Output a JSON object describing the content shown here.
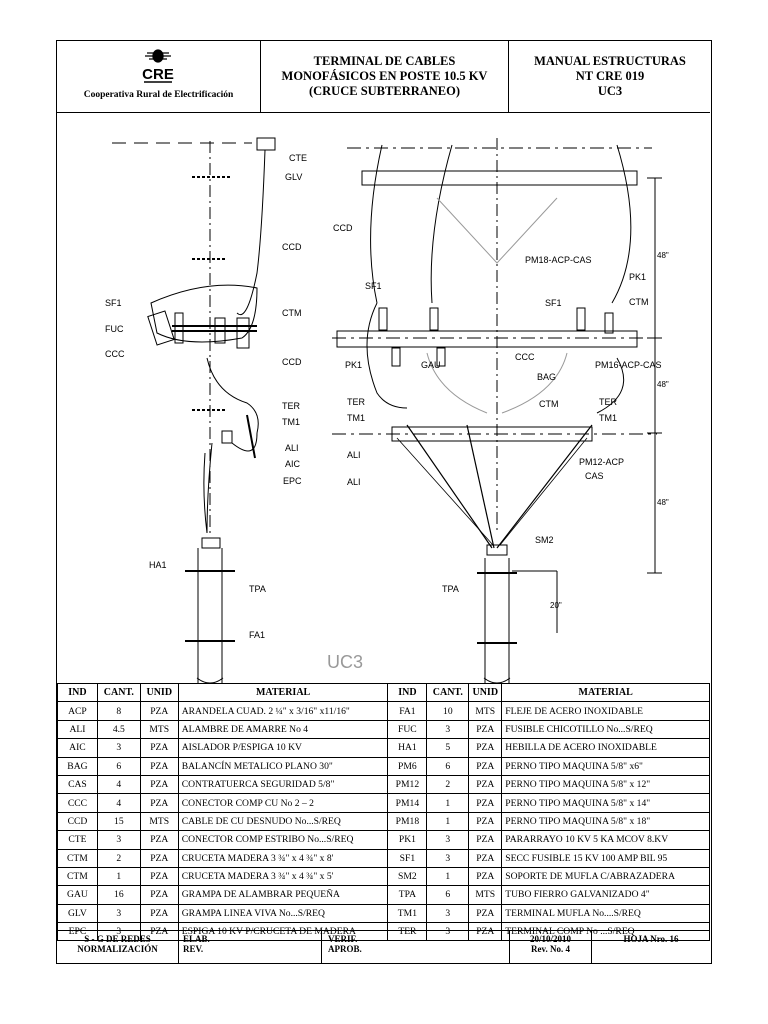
{
  "header": {
    "logo_text": "CRE",
    "org_name": "Cooperativa Rural de Electrificación",
    "title_l1": "TERMINAL DE CABLES",
    "title_l2": "MONOFÁSICOS EN POSTE 10.5 KV",
    "title_l3": "(CRUCE SUBTERRANEO)",
    "manual_l1": "MANUAL ESTRUCTURAS",
    "manual_l2": "NT CRE 019",
    "manual_l3": "UC3"
  },
  "drawing": {
    "labels_left": [
      "CTE",
      "GLV",
      "CCD",
      "SF1",
      "FUC",
      "CTM",
      "CCC",
      "CCD",
      "TER",
      "TM1",
      "ALI",
      "AIC",
      "EPC",
      "HA1",
      "TPA",
      "FA1"
    ],
    "labels_right": [
      "CCD",
      "PM18-ACP-CAS",
      "SF1",
      "PK1",
      "SF1",
      "CTM",
      "PK1",
      "GAU",
      "CCC",
      "PM16-ACP-CAS",
      "BAG",
      "TER",
      "TM1",
      "CTM",
      "TER",
      "TM1",
      "ALI",
      "PM12-ACP",
      "CAS",
      "ALI",
      "SM2",
      "TPA"
    ],
    "dims": [
      "48\"",
      "48\"",
      "48\"",
      "20\""
    ],
    "caption": "UC3"
  },
  "table": {
    "headers": [
      "IND",
      "CANT.",
      "UNID",
      "MATERIAL",
      "IND",
      "CANT.",
      "UNID",
      "MATERIAL"
    ],
    "rows": [
      [
        "ACP",
        "8",
        "PZA",
        "ARANDELA CUAD. 2 ¼\" x 3/16\" x11/16\"",
        "FA1",
        "10",
        "MTS",
        "FLEJE DE ACERO INOXIDABLE"
      ],
      [
        "ALI",
        "4.5",
        "MTS",
        "ALAMBRE DE AMARRE No 4",
        "FUC",
        "3",
        "PZA",
        "FUSIBLE CHICOTILLO No...S/REQ"
      ],
      [
        "AIC",
        "3",
        "PZA",
        "AISLADOR P/ESPIGA 10 KV",
        "HA1",
        "5",
        "PZA",
        "HEBILLA DE ACERO INOXIDABLE"
      ],
      [
        "BAG",
        "6",
        "PZA",
        "BALANCÍN METALICO PLANO 30\"",
        "PM6",
        "6",
        "PZA",
        "PERNO TIPO MAQUINA  5/8\" x6\""
      ],
      [
        "CAS",
        "4",
        "PZA",
        "CONTRATUERCA SEGURIDAD 5/8\"",
        "PM12",
        "2",
        "PZA",
        "PERNO TIPO MAQUINA 5/8\" x 12\""
      ],
      [
        "CCC",
        "4",
        "PZA",
        "CONECTOR COMP CU No 2 – 2",
        "PM14",
        "1",
        "PZA",
        "PERNO TIPO MAQUINA 5/8\" x 14\""
      ],
      [
        "CCD",
        "15",
        "MTS",
        "CABLE DE CU DESNUDO No...S/REQ",
        "PM18",
        "1",
        "PZA",
        "PERNO TIPO MAQUINA 5/8\" x 18\""
      ],
      [
        "CTE",
        "3",
        "PZA",
        "CONECTOR COMP ESTRIBO No...S/REQ",
        "PK1",
        "3",
        "PZA",
        "PARARRAYO 10 KV 5 KA MCOV 8.KV"
      ],
      [
        "CTM",
        "2",
        "PZA",
        "CRUCETA MADERA 3 ¾\" x 4 ¾\" x 8'",
        "SF1",
        "3",
        "PZA",
        "SECC FUSIBLE 15 KV 100 AMP BIL 95"
      ],
      [
        "CTM",
        "1",
        "PZA",
        "CRUCETA MADERA 3 ¾\" x 4 ¾\" x 5'",
        "SM2",
        "1",
        "PZA",
        "SOPORTE DE MUFLA C/ABRAZADERA"
      ],
      [
        "GAU",
        "16",
        "PZA",
        "GRAMPA DE ALAMBRAR PEQUEÑA",
        "TPA",
        "6",
        "MTS",
        "TUBO FIERRO GALVANIZADO 4\""
      ],
      [
        "GLV",
        "3",
        "PZA",
        "GRAMPA LINEA VIVA No...S/REQ",
        "TM1",
        "3",
        "PZA",
        "TERMINAL MUFLA No....S/REQ"
      ],
      [
        "EPC",
        "3",
        "PZA",
        "ESPIGA 10 KV P/CRUCETA DE MADERA",
        "TER",
        "3",
        "PZA",
        "TERMINAL COMP No ...S/REQ"
      ]
    ]
  },
  "footer": {
    "s1": "S - G  DE REDES",
    "s2": "NORMALIZACIÓN",
    "elab": "ELAB.",
    "rev": "REV.",
    "verif": "VERIF.",
    "aprob": "APROB.",
    "date": "20/10/2010",
    "revno": "Rev. No. 4",
    "hoja": "HOJA  Nro. 16"
  }
}
